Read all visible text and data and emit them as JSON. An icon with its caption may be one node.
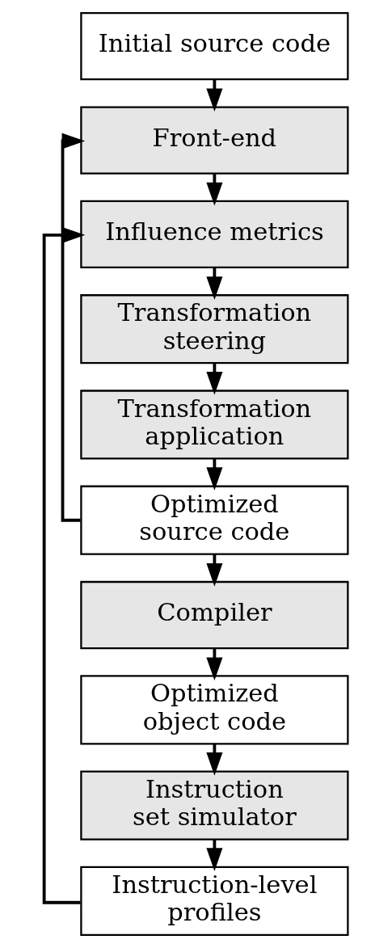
{
  "diagram": {
    "nodes": [
      {
        "text": [
          "Initial source code"
        ]
      },
      {
        "text": [
          "Front-end"
        ]
      },
      {
        "text": [
          "Influence metrics"
        ]
      },
      {
        "text": [
          "Transformation steering"
        ]
      },
      {
        "text": [
          "Transformation application"
        ]
      },
      {
        "text": [
          "Optimized source code"
        ]
      },
      {
        "text": [
          "Compiler"
        ]
      },
      {
        "text": [
          "Optimized object code"
        ]
      },
      {
        "text": [
          "Instruction set simulator"
        ]
      },
      {
        "text": [
          "Instruction-level profiles"
        ]
      }
    ],
    "edges": [
      {
        "from": 0,
        "to": 1,
        "arrow": "to"
      },
      {
        "from": 1,
        "to": 2,
        "arrow": "to"
      },
      {
        "from": 2,
        "to": 3,
        "arrow": "to"
      },
      {
        "from": 3,
        "to": 4,
        "arrow": "to"
      },
      {
        "from": 4,
        "to": 5,
        "arrow": "to"
      },
      {
        "from": 5,
        "to": 6,
        "arrow": "to"
      },
      {
        "from": 6,
        "to": 7,
        "arrow": "to"
      },
      {
        "from": 7,
        "to": 8,
        "arrow": "to"
      },
      {
        "from": 8,
        "to": 9,
        "arrow": "to"
      },
      {
        "from": 5,
        "to": 1,
        "arrow": "to"
      },
      {
        "from": 9,
        "to": 2,
        "arrow": "to"
      }
    ]
  }
}
